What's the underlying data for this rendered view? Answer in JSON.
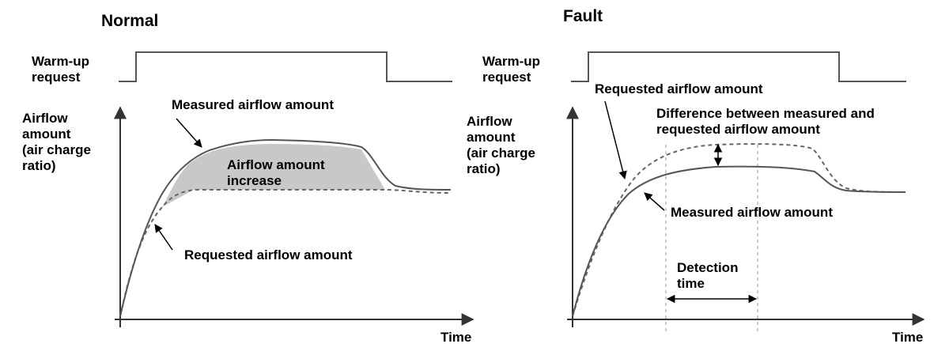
{
  "left": {
    "title": "Normal",
    "warmup_label": [
      "Warm-up",
      "request"
    ],
    "y_label": [
      "Airflow",
      "amount",
      "(air charge",
      "ratio)"
    ],
    "x_label": "Time",
    "measured_label": "Measured airflow amount",
    "requested_label": "Requested airflow amount",
    "increase_label": [
      "Airflow amount",
      "increase"
    ]
  },
  "right": {
    "title": "Fault",
    "warmup_label": [
      "Warm-up",
      "request"
    ],
    "y_label": [
      "Airflow",
      "amount",
      "(air charge",
      "ratio)"
    ],
    "x_label": "Time",
    "requested_label": "Requested airflow amount",
    "difference_label": [
      "Difference between measured and",
      "requested airflow amount"
    ],
    "measured_label": "Measured airflow amount",
    "detection_label": [
      "Detection",
      "time"
    ]
  },
  "colors": {
    "shade": "#c8c8c8",
    "line": "#555555",
    "dash": "#666666"
  }
}
